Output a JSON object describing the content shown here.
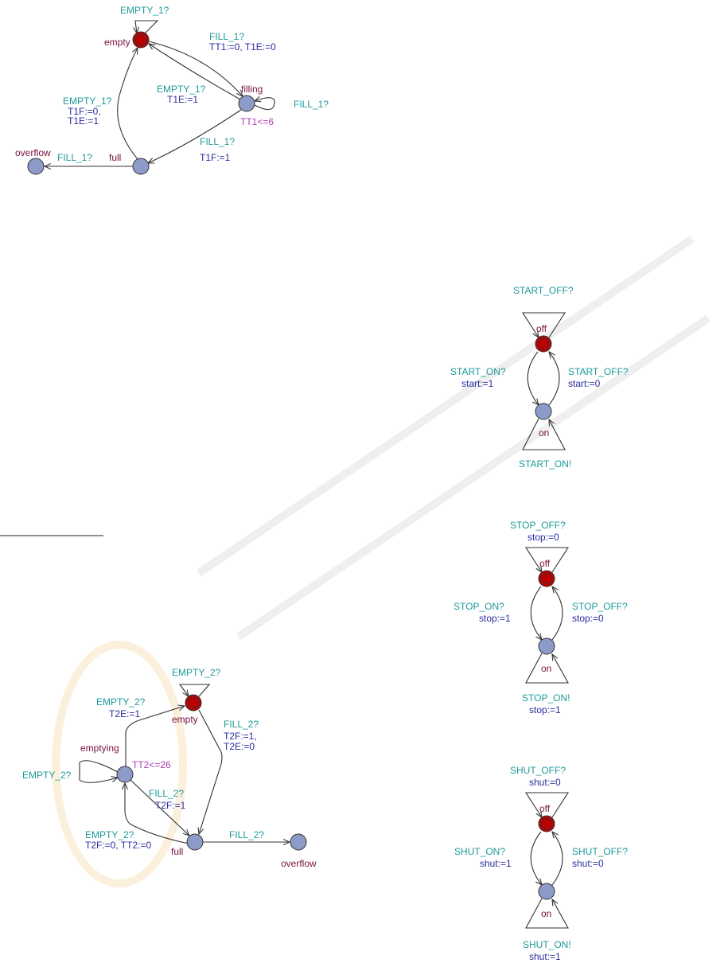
{
  "colors": {
    "sync": "#1e9a9a",
    "assign": "#2c2ca0",
    "invariant": "#b23cb2",
    "location": "#7a1040",
    "node": "#8d9bc9",
    "initial": "#c00000"
  },
  "tank1": {
    "locations": {
      "empty": "empty",
      "filling": "filling",
      "full": "full",
      "overflow": "overflow"
    },
    "empty_loop": "EMPTY_1?",
    "fill_empty_filling": {
      "sync": "FILL_1?",
      "assign": "TT1:=0, T1E:=0"
    },
    "empty_filling_empty": {
      "sync": "EMPTY_1?",
      "assign": "T1E:=1"
    },
    "filling_loop": "FILL_1?",
    "filling_invariant": "TT1<=6",
    "empty_full_empty": {
      "sync": "EMPTY_1?",
      "assign1": "T1F:=0,",
      "assign2": "T1E:=1"
    },
    "fill_filling_full": {
      "sync": "FILL_1?",
      "assign": "T1F:=1"
    },
    "fill_full_overflow": "FILL_1?"
  },
  "tank2": {
    "locations": {
      "empty": "empty",
      "emptying": "emptying",
      "full": "full",
      "overflow": "overflow"
    },
    "empty_loop": "EMPTY_2?",
    "empty_emptying_empty": {
      "sync": "EMPTY_2?",
      "assign": "T2E:=1"
    },
    "fill_empty_full": {
      "sync": "FILL_2?",
      "assign1": "T2F:=1,",
      "assign2": "T2E:=0"
    },
    "emptying_invariant": "TT2<=26",
    "emptying_loop": "EMPTY_2?",
    "fill_emptying_full": {
      "sync": "FILL_2?",
      "assign": "T2F:=1"
    },
    "empty_full_emptying": {
      "sync": "EMPTY_2?",
      "assign": "T2F:=0, TT2:=0"
    },
    "fill_full_overflow": "FILL_2?"
  },
  "start": {
    "off": "off",
    "on": "on",
    "off_loop": "START_OFF?",
    "on_sync": "START_ON?",
    "on_assign": "start:=1",
    "off_sync": "START_OFF?",
    "off_assign": "start:=0",
    "on_loop": "START_ON!"
  },
  "stop": {
    "off": "off",
    "on": "on",
    "off_loop": "STOP_OFF?",
    "off_loop_assign": "stop:=0",
    "on_sync": "STOP_ON?",
    "on_assign": "stop:=1",
    "off_sync": "STOP_OFF?",
    "off_assign": "stop:=0",
    "on_loop": "STOP_ON!",
    "on_loop_assign": "stop:=1"
  },
  "shut": {
    "off": "off",
    "on": "on",
    "off_loop": "SHUT_OFF?",
    "off_loop_assign": "shut:=0",
    "on_sync": "SHUT_ON?",
    "on_assign": "shut:=1",
    "off_sync": "SHUT_OFF?",
    "off_assign": "shut:=0",
    "on_loop": "SHUT_ON!",
    "on_loop_assign": "shut:=1"
  }
}
